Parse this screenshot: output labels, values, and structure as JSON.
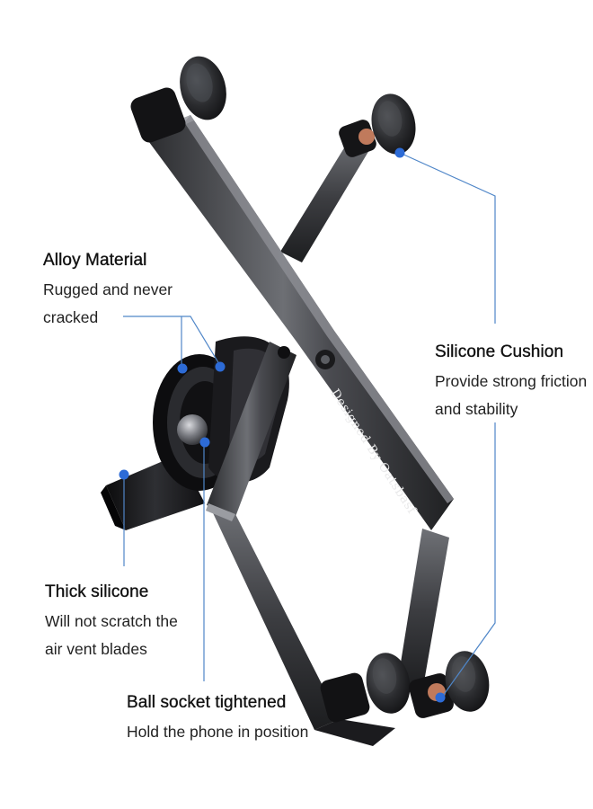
{
  "callouts": {
    "alloy": {
      "title": "Alloy Material",
      "lines": [
        "Rugged and never",
        "cracked"
      ]
    },
    "cushion": {
      "title": "Silicone Cushion",
      "lines": [
        "Provide strong friction",
        "and stability"
      ]
    },
    "silicone": {
      "title": "Thick silicone",
      "lines": [
        "Will not scratch the",
        "air vent blades"
      ]
    },
    "ball": {
      "title": "Ball socket tightened",
      "lines": [
        "Hold the phone in position"
      ]
    }
  },
  "product": {
    "brand_text": "Designed By Oatsbasf",
    "icons": [
      "phone-mount-illustration",
      "gripper-pad-icon",
      "callout-dot-icon"
    ]
  },
  "colors": {
    "background": "#ffffff",
    "arm_metal": "#3a3b3f",
    "arm_highlight": "#8a8c92",
    "dark_body": "#151517",
    "copper_accent": "#c07a5c",
    "callout_dot": "#2d6bd6",
    "leader_line": "#4f86c8"
  }
}
